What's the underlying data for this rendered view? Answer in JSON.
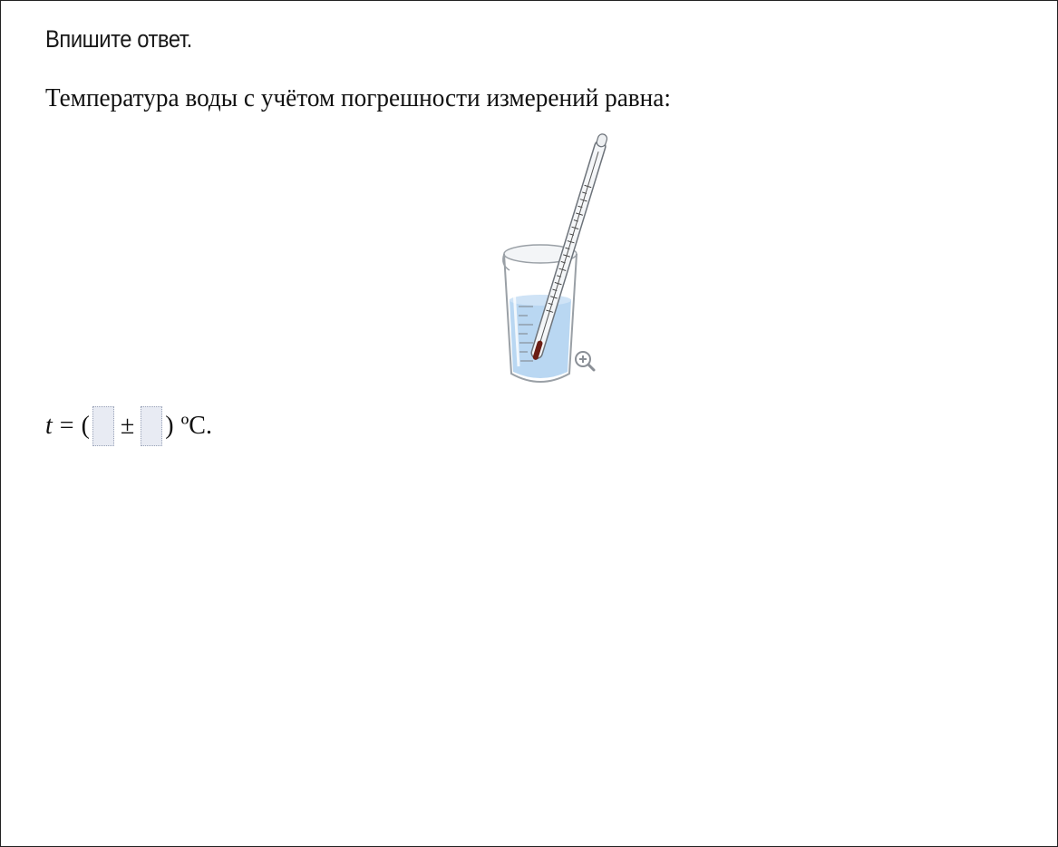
{
  "instruction": "Впишите ответ.",
  "question": "Температура воды с учётом погрешности измерений равна:",
  "figure": {
    "zoom_icon": "zoom-in-icon"
  },
  "answer": {
    "variable": "t",
    "equals": "=",
    "open_paren": "(",
    "value_input": "",
    "plus_minus": "±",
    "error_input": "",
    "close_paren": ")",
    "unit": "ºC."
  }
}
